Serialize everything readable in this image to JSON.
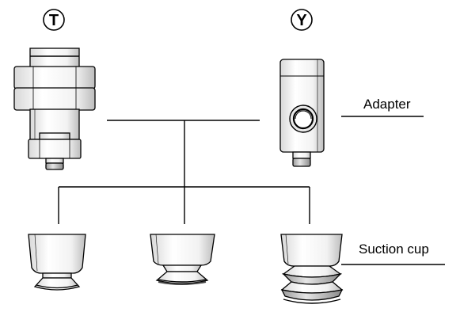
{
  "markers": {
    "threaded": "T",
    "side": "Y"
  },
  "labels": {
    "adapter": "Adapter",
    "suction_cup": "Suction cup"
  },
  "colors": {
    "stroke": "#000000",
    "light_fill": "#f4f4f4",
    "shade": "#cfcfcf",
    "dark": "#444444"
  }
}
